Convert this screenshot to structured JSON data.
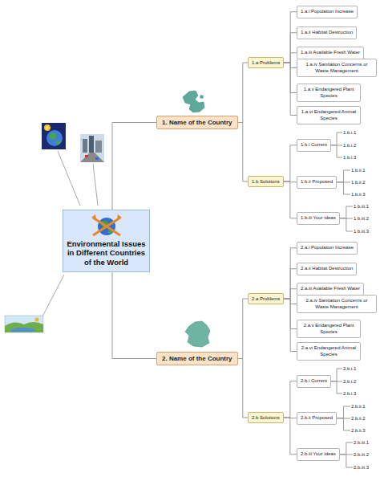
{
  "diagram": {
    "nodes": [
      {
        "text": [
          "Environmental Issues in Different Countries of the World"
        ]
      },
      {
        "text": [
          "1. Name of the Country"
        ]
      },
      {
        "text": [
          "1.a Problems"
        ]
      },
      {
        "text": [
          "1.a.i Population Increase"
        ]
      },
      {
        "text": [
          "1.a.ii Habitat Destruction"
        ]
      },
      {
        "text": [
          "1.a.iii Available Fresh Water"
        ]
      },
      {
        "text": [
          "1.a.iv Sanitation Concerns or Waste Management"
        ]
      },
      {
        "text": [
          "1.a.v Endangered Plant Species"
        ]
      },
      {
        "text": [
          "1.a.vi Endangered Animal Species"
        ]
      },
      {
        "text": [
          "1.b Solutions"
        ]
      },
      {
        "text": [
          "1.b.i Current"
        ]
      },
      {
        "text": [
          "1.b.i.1"
        ]
      },
      {
        "text": [
          "1.b.i.2"
        ]
      },
      {
        "text": [
          "1.b.i.3"
        ]
      },
      {
        "text": [
          "1.b.ii Proposed"
        ]
      },
      {
        "text": [
          "1.b.ii.1"
        ]
      },
      {
        "text": [
          "1.b.ii.2"
        ]
      },
      {
        "text": [
          "1.b.ii.3"
        ]
      },
      {
        "text": [
          "1.b.iii Your ideas"
        ]
      },
      {
        "text": [
          "1.b.iii.1"
        ]
      },
      {
        "text": [
          "1.b.iii.2"
        ]
      },
      {
        "text": [
          "1.b.iii.3"
        ]
      },
      {
        "text": [
          "2. Name of the Country"
        ]
      },
      {
        "text": [
          "2.a Problems"
        ]
      },
      {
        "text": [
          "2.a.i Population Increase"
        ]
      },
      {
        "text": [
          "2.a.ii Habitat Destruction"
        ]
      },
      {
        "text": [
          "2.a.iii Available Fresh Water"
        ]
      },
      {
        "text": [
          "2.a.iv Sanitation Concerns or Waste Management"
        ]
      },
      {
        "text": [
          "2.a.v Endangered Plant Species"
        ]
      },
      {
        "text": [
          "2.a.vi Endangered Animal Species"
        ]
      },
      {
        "text": [
          "2.b Solutions"
        ]
      },
      {
        "text": [
          "2.b.i Current"
        ]
      },
      {
        "text": [
          "2.b.i.1"
        ]
      },
      {
        "text": [
          "2.b.i.2"
        ]
      },
      {
        "text": [
          "2.b.i.3"
        ]
      },
      {
        "text": [
          "2.b.ii Proposed"
        ]
      },
      {
        "text": [
          "2.b.ii.1"
        ]
      },
      {
        "text": [
          "2.b.ii.2"
        ]
      },
      {
        "text": [
          "2.b.ii.3"
        ]
      },
      {
        "text": [
          "2.b.iii Your ideas"
        ]
      },
      {
        "text": [
          "2.b.iii.1"
        ]
      },
      {
        "text": [
          "2.b.iii.2"
        ]
      },
      {
        "text": [
          "2.b.iii.3"
        ]
      }
    ],
    "edges": [
      {
        "from": 0,
        "to": 1,
        "arrow": "none"
      },
      {
        "from": 1,
        "to": 2,
        "arrow": "none"
      },
      {
        "from": 2,
        "to": 3,
        "arrow": "none"
      },
      {
        "from": 2,
        "to": 4,
        "arrow": "none"
      },
      {
        "from": 2,
        "to": 5,
        "arrow": "none"
      },
      {
        "from": 2,
        "to": 6,
        "arrow": "none"
      },
      {
        "from": 2,
        "to": 7,
        "arrow": "none"
      },
      {
        "from": 2,
        "to": 8,
        "arrow": "none"
      },
      {
        "from": 1,
        "to": 9,
        "arrow": "none"
      },
      {
        "from": 9,
        "to": 10,
        "arrow": "none"
      },
      {
        "from": 10,
        "to": 11,
        "arrow": "none"
      },
      {
        "from": 10,
        "to": 12,
        "arrow": "none"
      },
      {
        "from": 10,
        "to": 13,
        "arrow": "none"
      },
      {
        "from": 9,
        "to": 14,
        "arrow": "none"
      },
      {
        "from": 14,
        "to": 15,
        "arrow": "none"
      },
      {
        "from": 14,
        "to": 16,
        "arrow": "none"
      },
      {
        "from": 14,
        "to": 17,
        "arrow": "none"
      },
      {
        "from": 9,
        "to": 18,
        "arrow": "none"
      },
      {
        "from": 18,
        "to": 19,
        "arrow": "none"
      },
      {
        "from": 18,
        "to": 20,
        "arrow": "none"
      },
      {
        "from": 18,
        "to": 21,
        "arrow": "none"
      },
      {
        "from": 0,
        "to": 22,
        "arrow": "none"
      },
      {
        "from": 22,
        "to": 23,
        "arrow": "none"
      },
      {
        "from": 23,
        "to": 24,
        "arrow": "none"
      },
      {
        "from": 23,
        "to": 25,
        "arrow": "none"
      },
      {
        "from": 23,
        "to": 26,
        "arrow": "none"
      },
      {
        "from": 23,
        "to": 27,
        "arrow": "none"
      },
      {
        "from": 23,
        "to": 28,
        "arrow": "none"
      },
      {
        "from": 23,
        "to": 29,
        "arrow": "none"
      },
      {
        "from": 22,
        "to": 30,
        "arrow": "none"
      },
      {
        "from": 30,
        "to": 31,
        "arrow": "none"
      },
      {
        "from": 31,
        "to": 32,
        "arrow": "none"
      },
      {
        "from": 31,
        "to": 33,
        "arrow": "none"
      },
      {
        "from": 31,
        "to": 34,
        "arrow": "none"
      },
      {
        "from": 30,
        "to": 35,
        "arrow": "none"
      },
      {
        "from": 35,
        "to": 36,
        "arrow": "none"
      },
      {
        "from": 35,
        "to": 37,
        "arrow": "none"
      },
      {
        "from": 35,
        "to": 38,
        "arrow": "none"
      },
      {
        "from": 30,
        "to": 39,
        "arrow": "none"
      },
      {
        "from": 39,
        "to": 40,
        "arrow": "none"
      },
      {
        "from": 39,
        "to": 41,
        "arrow": "none"
      },
      {
        "from": 39,
        "to": 42,
        "arrow": "none"
      }
    ]
  }
}
